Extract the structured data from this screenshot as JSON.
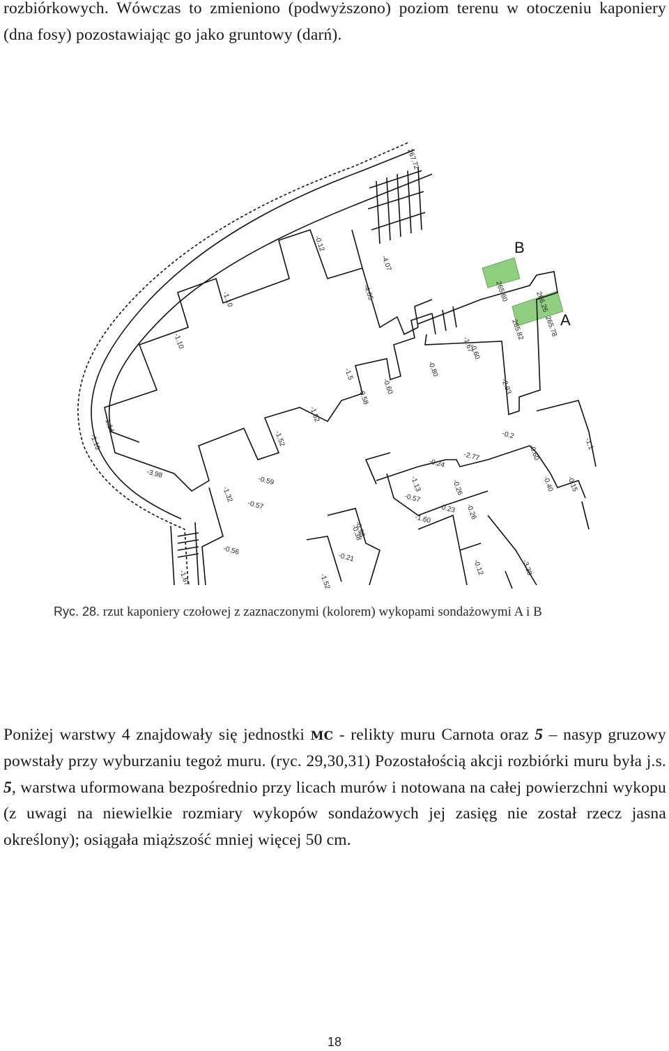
{
  "page": {
    "top_text": "rozbiórkowych. Wówczas to zmieniono (podwyższono) poziom terenu w otoczeniu kaponiery (dna fosy) pozostawiając go jako gruntowy (darń).",
    "caption_prefix": "Ryc. 28.",
    "caption_text": " rzut kaponiery czołowej z zaznaczonymi (kolorem) wykopami sondażowymi A i B",
    "body": {
      "s1": "Poniżej warstwy 4 znajdowały się jednostki ",
      "mc": "mc",
      "s2": " - relikty muru Carnota oraz ",
      "five_a": "5",
      "s3": " – nasyp gruzowy powstały przy wyburzaniu tegoż muru. (ryc. 29,30,31) Pozostałością akcji rozbiórki muru była j.s. ",
      "five_b": "5",
      "s4": ", warstwa uformowana bezpośrednio przy licach murów i notowana na całej powierzchni wykopu (z uwagi na niewielkie rozmiary wykopów sondażowych jej zasięg nie został rzecz jasna określony); osiągała miąższość mniej więcej 50 cm."
    },
    "page_number": "18"
  },
  "plan": {
    "trench_color": "#8fcf7f",
    "trench_labels": {
      "a": "A",
      "b": "B"
    },
    "elevations": [
      "267.72",
      "-0.12",
      "-4.07",
      "-4.05",
      "-1.10",
      "-1.10",
      "-1.10",
      "-1.14",
      "-3.98",
      "-1.52",
      "-1.52",
      "-1.32",
      "-0.59",
      "-0.57",
      "-0.56",
      "-1.67",
      "-1.52",
      "-1.5",
      "-0.60",
      "-0.58",
      "-0.80",
      "-1.67",
      "-0.60",
      "-2.93",
      "-0.2",
      "-2.77",
      "-0.24",
      "-0.40",
      "-0.15",
      "-1.1",
      "-0.60",
      "-0.98",
      "-0.21",
      "-1.13",
      "-0.57",
      "-0.26",
      "-0.23",
      "-3.38",
      "-0.12",
      "-1.60",
      "-0.26",
      "265.60",
      "266.26",
      "265.78",
      "265.82",
      "-0.38"
    ]
  }
}
